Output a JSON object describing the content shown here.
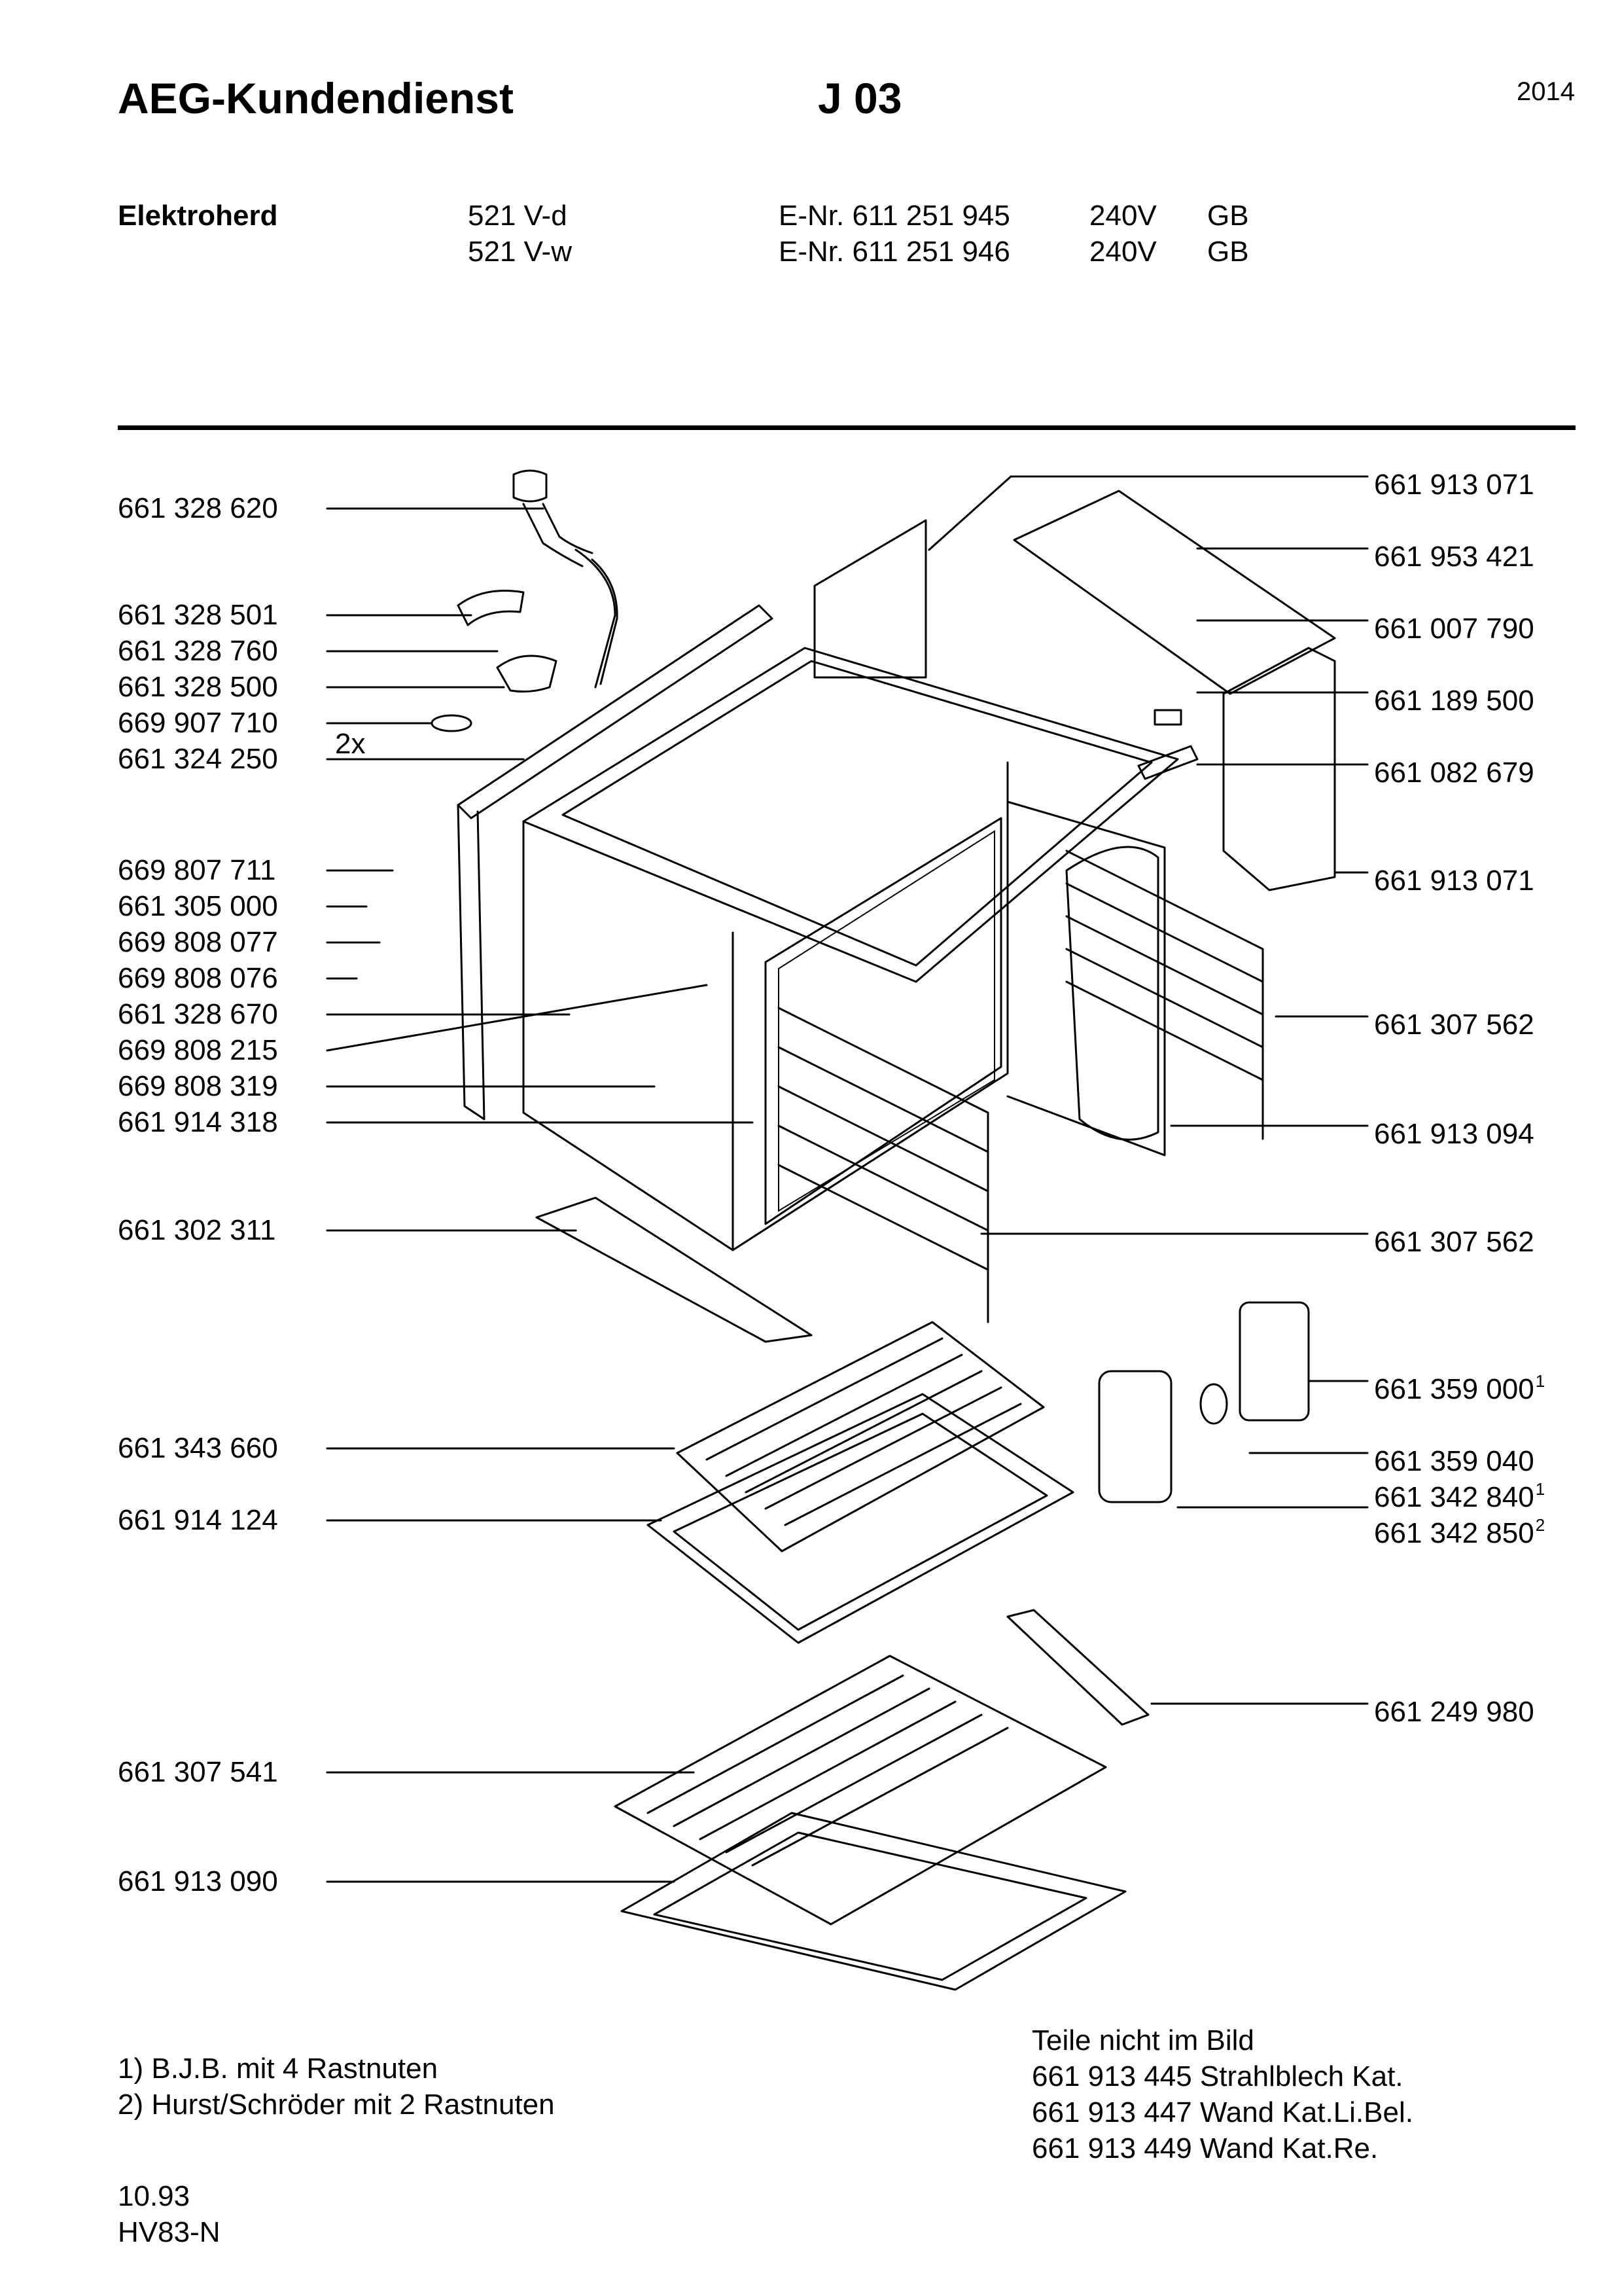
{
  "header": {
    "brand": "AEG-Kundendienst",
    "code": "J 03",
    "year": "2014"
  },
  "product": {
    "type": "Elektroherd",
    "variants": [
      {
        "model": "521 V-d",
        "enr": "E-Nr. 611 251 945",
        "voltage": "240V",
        "country": "GB"
      },
      {
        "model": "521 V-w",
        "enr": "E-Nr. 611 251 946",
        "voltage": "240V",
        "country": "GB"
      }
    ]
  },
  "parts_left": [
    {
      "number": "661 328 620"
    },
    {
      "number": "661 328 501"
    },
    {
      "number": "661 328 760"
    },
    {
      "number": "661 328 500"
    },
    {
      "number": "669 907 710"
    },
    {
      "number": "661 324 250"
    },
    {
      "number": "669 807 711"
    },
    {
      "number": "661 305 000"
    },
    {
      "number": "669 808 077"
    },
    {
      "number": "669 808 076"
    },
    {
      "number": "661 328 670"
    },
    {
      "number": "669 808 215"
    },
    {
      "number": "669 808 319"
    },
    {
      "number": "661 914 318"
    },
    {
      "number": "661 302 311"
    },
    {
      "number": "661 343 660"
    },
    {
      "number": "661 914 124"
    },
    {
      "number": "661 307 541"
    },
    {
      "number": "661 913 090"
    }
  ],
  "quantity_note": "2x",
  "parts_right": [
    {
      "number": "661 913 071",
      "sup": ""
    },
    {
      "number": "661 953 421",
      "sup": ""
    },
    {
      "number": "661 007 790",
      "sup": ""
    },
    {
      "number": "661 189 500",
      "sup": ""
    },
    {
      "number": "661 082 679",
      "sup": ""
    },
    {
      "number": "661 913 071",
      "sup": ""
    },
    {
      "number": "661 307 562",
      "sup": ""
    },
    {
      "number": "661 913 094",
      "sup": ""
    },
    {
      "number": "661 307 562",
      "sup": ""
    },
    {
      "number": "661 359 000",
      "sup": "1"
    },
    {
      "number": "661 359 040",
      "sup": ""
    },
    {
      "number": "661 342 840",
      "sup": "1"
    },
    {
      "number": "661 342 850",
      "sup": "2"
    },
    {
      "number": "661 249 980",
      "sup": ""
    }
  ],
  "footnotes": [
    "1) B.J.B. mit 4 Rastnuten",
    "2) Hurst/Schröder mit 2 Rastnuten"
  ],
  "not_shown": {
    "title": "Teile nicht im Bild",
    "items": [
      "661 913 445 Strahlblech Kat.",
      "661 913 447 Wand Kat.Li.Bel.",
      "661 913 449 Wand Kat.Re."
    ]
  },
  "footer": {
    "date": "10.93",
    "doc_id": "HV83-N"
  }
}
